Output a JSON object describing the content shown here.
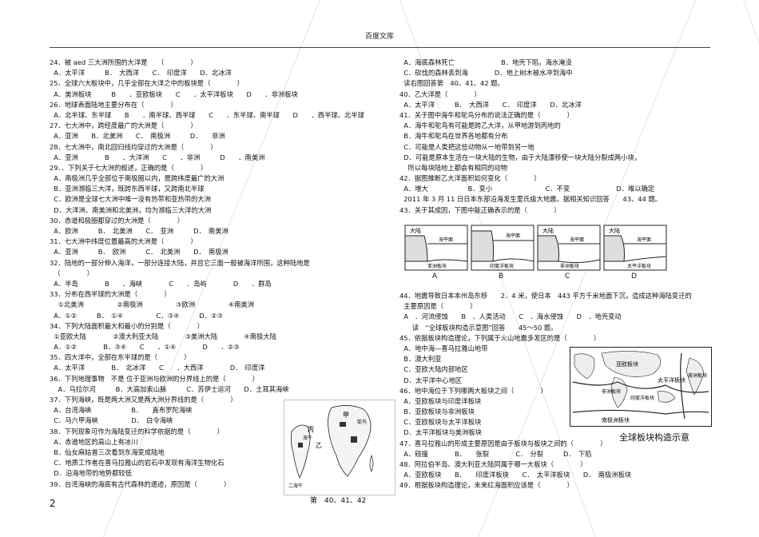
{
  "header": {
    "title": "百度文库"
  },
  "left_lines": [
    "24．被 aed 三大洲所围的大洋是　　（　　　　）",
    "  A．太平洋　　　B．　大西洋　　C．　印度洋　　D．北冰洋",
    "25．全球六大板块中，几乎全部在大洋之中的板块是（　　　　）",
    "  A．美洲板块　　　B　　．亚欧板块　　C　　．太平洋板块　　D　　．非洲板块",
    "26．地球表面陆地主要分布在（　　　　）",
    "  A．北半球、东半球　　B　　．南半球、西半球　　C　　．东半球、南半球　　D　　．西半球、北半球",
    "27．七大洲中，跨经度最广的大洲是（　　　　）",
    "  A．亚洲　　B．北美洲　　C．　南极洲　　　D．　　非洲",
    "28．七大洲中，南北回归线均穿过的大洲是（　　　　）",
    "  A．亚洲　　　　B　　．大洋洲　　C　　．非洲　　　D　　．南美洲",
    "29．．下列关于七大洲的叙述，正确的是（　　　　）",
    "  A．南极洲几乎全部位于南极圈以内，是跨纬度最广的大洲",
    "  B．亚洲濒临三大洋，既跨东西半球，又跨南北半球",
    "  C．欧洲是全球七大洲中唯一没有热带和亚热带的大洲",
    "  D．大洋洲、南美洲和北美洲，均为濒临三大洋的大洲",
    "30．赤道和极圈都穿过的大洲是（　　　　）",
    "  A．欧洲　　　B．　北美洲　　C．　亚洲　　　D．　南美洲",
    "31．七大洲中纬度位置最高的大洲是（　　　　）",
    "  A．亚洲　　　B．　欧洲　　　C．　北美洲　　D．　南极洲",
    "32．陆地的一部分伸入海洋，一部分连接大陆，并且它三面一般被海洋所围，这种陆地是",
    "  （　　　　）",
    "  A．半岛　　　　B　　．海峡　　　　C　　．岛屿　　　　D　　．群岛",
    "33．分布在西半球的大洲是（　　　　）",
    "    ①北美洲　　　　　②南极洲　　　　　③欧洲　　　　　④南美洲",
    "  A．①②　　　B．　①④　　　　　C．③④　　　D．②③",
    "34．下列大陆面积最大和最小的分别是（　　　　）",
    "  ①亚欧大陆　　　　②澳大利亚大陆　　　　③美洲大陆　　　　④南极大陆",
    "  A．①②　　　　B．③④　　C　　．①④　　　　D　　．②③",
    "35．四大洋中，全部在东半球的是（　　　　）",
    "  A．太平洋　　　　B．　北冰洋　　C　　．大西洋　　　　D．　印度洋",
    "36．下列地理事物　不是 位于亚洲与欧洲的分界线上的是（　　　　）",
    "    A．乌拉尔河　　　B．大高加索山脉　　　C．苏伊士运河　　D．土耳其海峡",
    "37．下列海峡，既是两大洲又是两大洲分界线的是（　　　　）",
    "  A．台湾海峡　　　　　　B．　　直布罗陀海峡",
    "  C．马六甲海峡　　　　　D．　白令海峡",
    "38．下列现象可作为海陆变迁的科学依据的是（　　　　）",
    "  A．赤道地区的高山上有冰川",
    "  B．仙女麻姑曾三次看到东海变成陆地",
    "  C．地质工作者在喜马拉雅山的岩石中发现有海洋生物化石",
    "  D．沿海地带的地势都较低",
    "39．台湾海峡的海底有古代森林的遗迹，原因是（　　　　）"
  ],
  "right_lines": [
    "  A．海底森林死亡　　　　　　　B．地壳下陷，海水淹没",
    "  C．砍伐的森林丢到海　　　　D．地上树木被水冲到海中",
    "  读右图回答第　40、41、42 题。",
    "40．乙大洋是（　　　　）",
    "  A．太平洋　　　B．　大西洋　　C．　印度洋　　D．北冰洋",
    "41．关于图中海牛和鸵鸟分布的说法正确的是（　　　　）",
    "  A．海牛和鸵鸟有可能是跨乙大洋，从甲地游到丙地的",
    "  B．海牛和鸵鸟在世界各地都有分布",
    "  C．可能是人类把这些动物从一地带到另一地",
    "  D．可能是原本生活在一块大陆的生物，由于大陆漂移使一块大陆分裂成两小块，",
    "    所以每块陆地上都会有相同的动物",
    "42．据图推断乙大洋面积如何变化（　　　　）",
    "  A．增大　　　　　　B．变小　　　　　　　　C．不变　　　　　　　D．难以确定",
    "  2011 年 3 月 11 日日本东部沿海发生里氏级大地震。据相关知识回答　　43、44 题。",
    "43．关于其成因，下图中能正确表示的是（　　　　）"
  ],
  "right_lines_b": [
    "44．地震导致日本本州岛东移　　2．4 米，使日本　443 平方千米地面下沉，造成这种海陆变迁的",
    "  主要原因是（　　　　）",
    "  A　．河流侵蚀　　B　．人类活动　　C　．海水侵蚀　　D　．地壳变动",
    "      读　“全球板块构造示意图”回答　　45～50 题。",
    "45．依据板块构造理论，下列属于火山地震多发区的是（　　　　）",
    "  A．地中海—喜马拉雅山地带",
    "  B．澳大利亚",
    "  C．亚欧大陆内部地区",
    "  D．太平洋中心地区",
    "46．地中海位于下列哪两大板块之间（　　　　）",
    "  A．亚欧板块与印度洋板块",
    "  B．亚欧板块与非洲板块",
    "  C．亚欧板块与太平洋板块",
    "  D．太平洋板块与美洲板块",
    "47．喜马拉雅山的形成主要原因是由于板块与板块之间的（　　　　）",
    "  A．碰撞　　　　B．　　张裂　　　　C．　分裂　　　D．　下陷",
    "48．阿拉伯半岛、澳大利亚大陆同属于哪一大板块（　　　　）",
    "  A．亚欧板块　　B．　　印度洋板块　　C．　太平洋板块　　D．　南极洲板块",
    "49．根据板块构造理论，未来红海面积应该是（　　　　）"
  ],
  "diagram43": {
    "panels": [
      {
        "left_label": "大陆",
        "right_label": "海平面",
        "bottom_label": "亚洲板块"
      },
      {
        "left_label": "",
        "right_label": "海平面",
        "bottom_label": "印度洋板块"
      },
      {
        "left_label": "大陆",
        "right_label": "海平面",
        "bottom_label": "非洲板块"
      },
      {
        "left_label": "大陆",
        "right_label": "海平面",
        "bottom_label": "太平洋板块"
      }
    ],
    "options": [
      "A",
      "B",
      "C",
      "D"
    ]
  },
  "africa_map": {
    "labels": {
      "jia": "甲",
      "yi": "乙",
      "bing": "丙",
      "ostrich": "鸵鸟",
      "manatee": "海牛",
      "manatee2": "二海牛"
    }
  },
  "tectonic_map": {
    "labels": {
      "eurasian": "亚欧板块",
      "american": "美洲板块",
      "pacific": "太平洋板块",
      "african": "非洲板块",
      "indian": "印度洋板块",
      "antarctic": "南极洲板块"
    },
    "caption": "全球板块构造示意"
  },
  "footer": {
    "page_number": "2",
    "map_caption": "第　40、41、42"
  }
}
